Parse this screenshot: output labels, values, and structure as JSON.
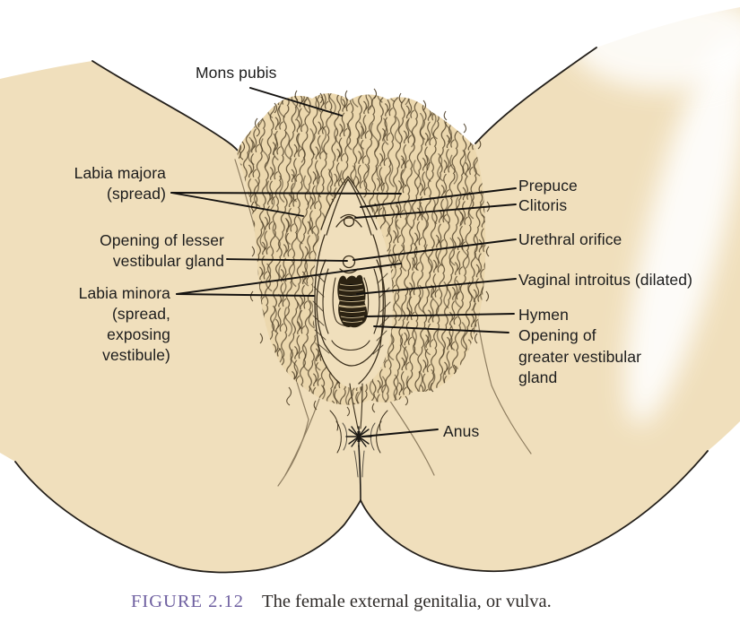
{
  "labels": [
    {
      "id": "mons-pubis",
      "text": "Mons pubis"
    },
    {
      "id": "labia-majora",
      "text": "Labia majora\n(spread)"
    },
    {
      "id": "lesser-gland",
      "text": "Opening of lesser\nvestibular gland"
    },
    {
      "id": "labia-minora",
      "text": "Labia minora\n(spread,\nexposing\nvestibule)"
    },
    {
      "id": "prepuce",
      "text": "Prepuce"
    },
    {
      "id": "clitoris",
      "text": "Clitoris"
    },
    {
      "id": "urethral-orifice",
      "text": "Urethral orifice"
    },
    {
      "id": "vaginal-introitus",
      "text": "Vaginal introitus (dilated)"
    },
    {
      "id": "hymen",
      "text": "Hymen"
    },
    {
      "id": "greater-gland",
      "text": "Opening of\ngreater vestibular\ngland"
    },
    {
      "id": "anus",
      "text": "Anus"
    }
  ],
  "caption": {
    "figure_label": "FIGURE 2.12",
    "text": "The female external genitalia, or vulva."
  },
  "colors": {
    "background": "#ffffff",
    "skin": "#f0dfbc",
    "outline": "#231f1a",
    "hair_stroke": "#46371f",
    "leader_line": "#141210",
    "label_text": "#1c1c1c",
    "caption_label": "#6e5fa0",
    "caption_text": "#2f2b28",
    "introitus_fill": "#2b2212"
  }
}
